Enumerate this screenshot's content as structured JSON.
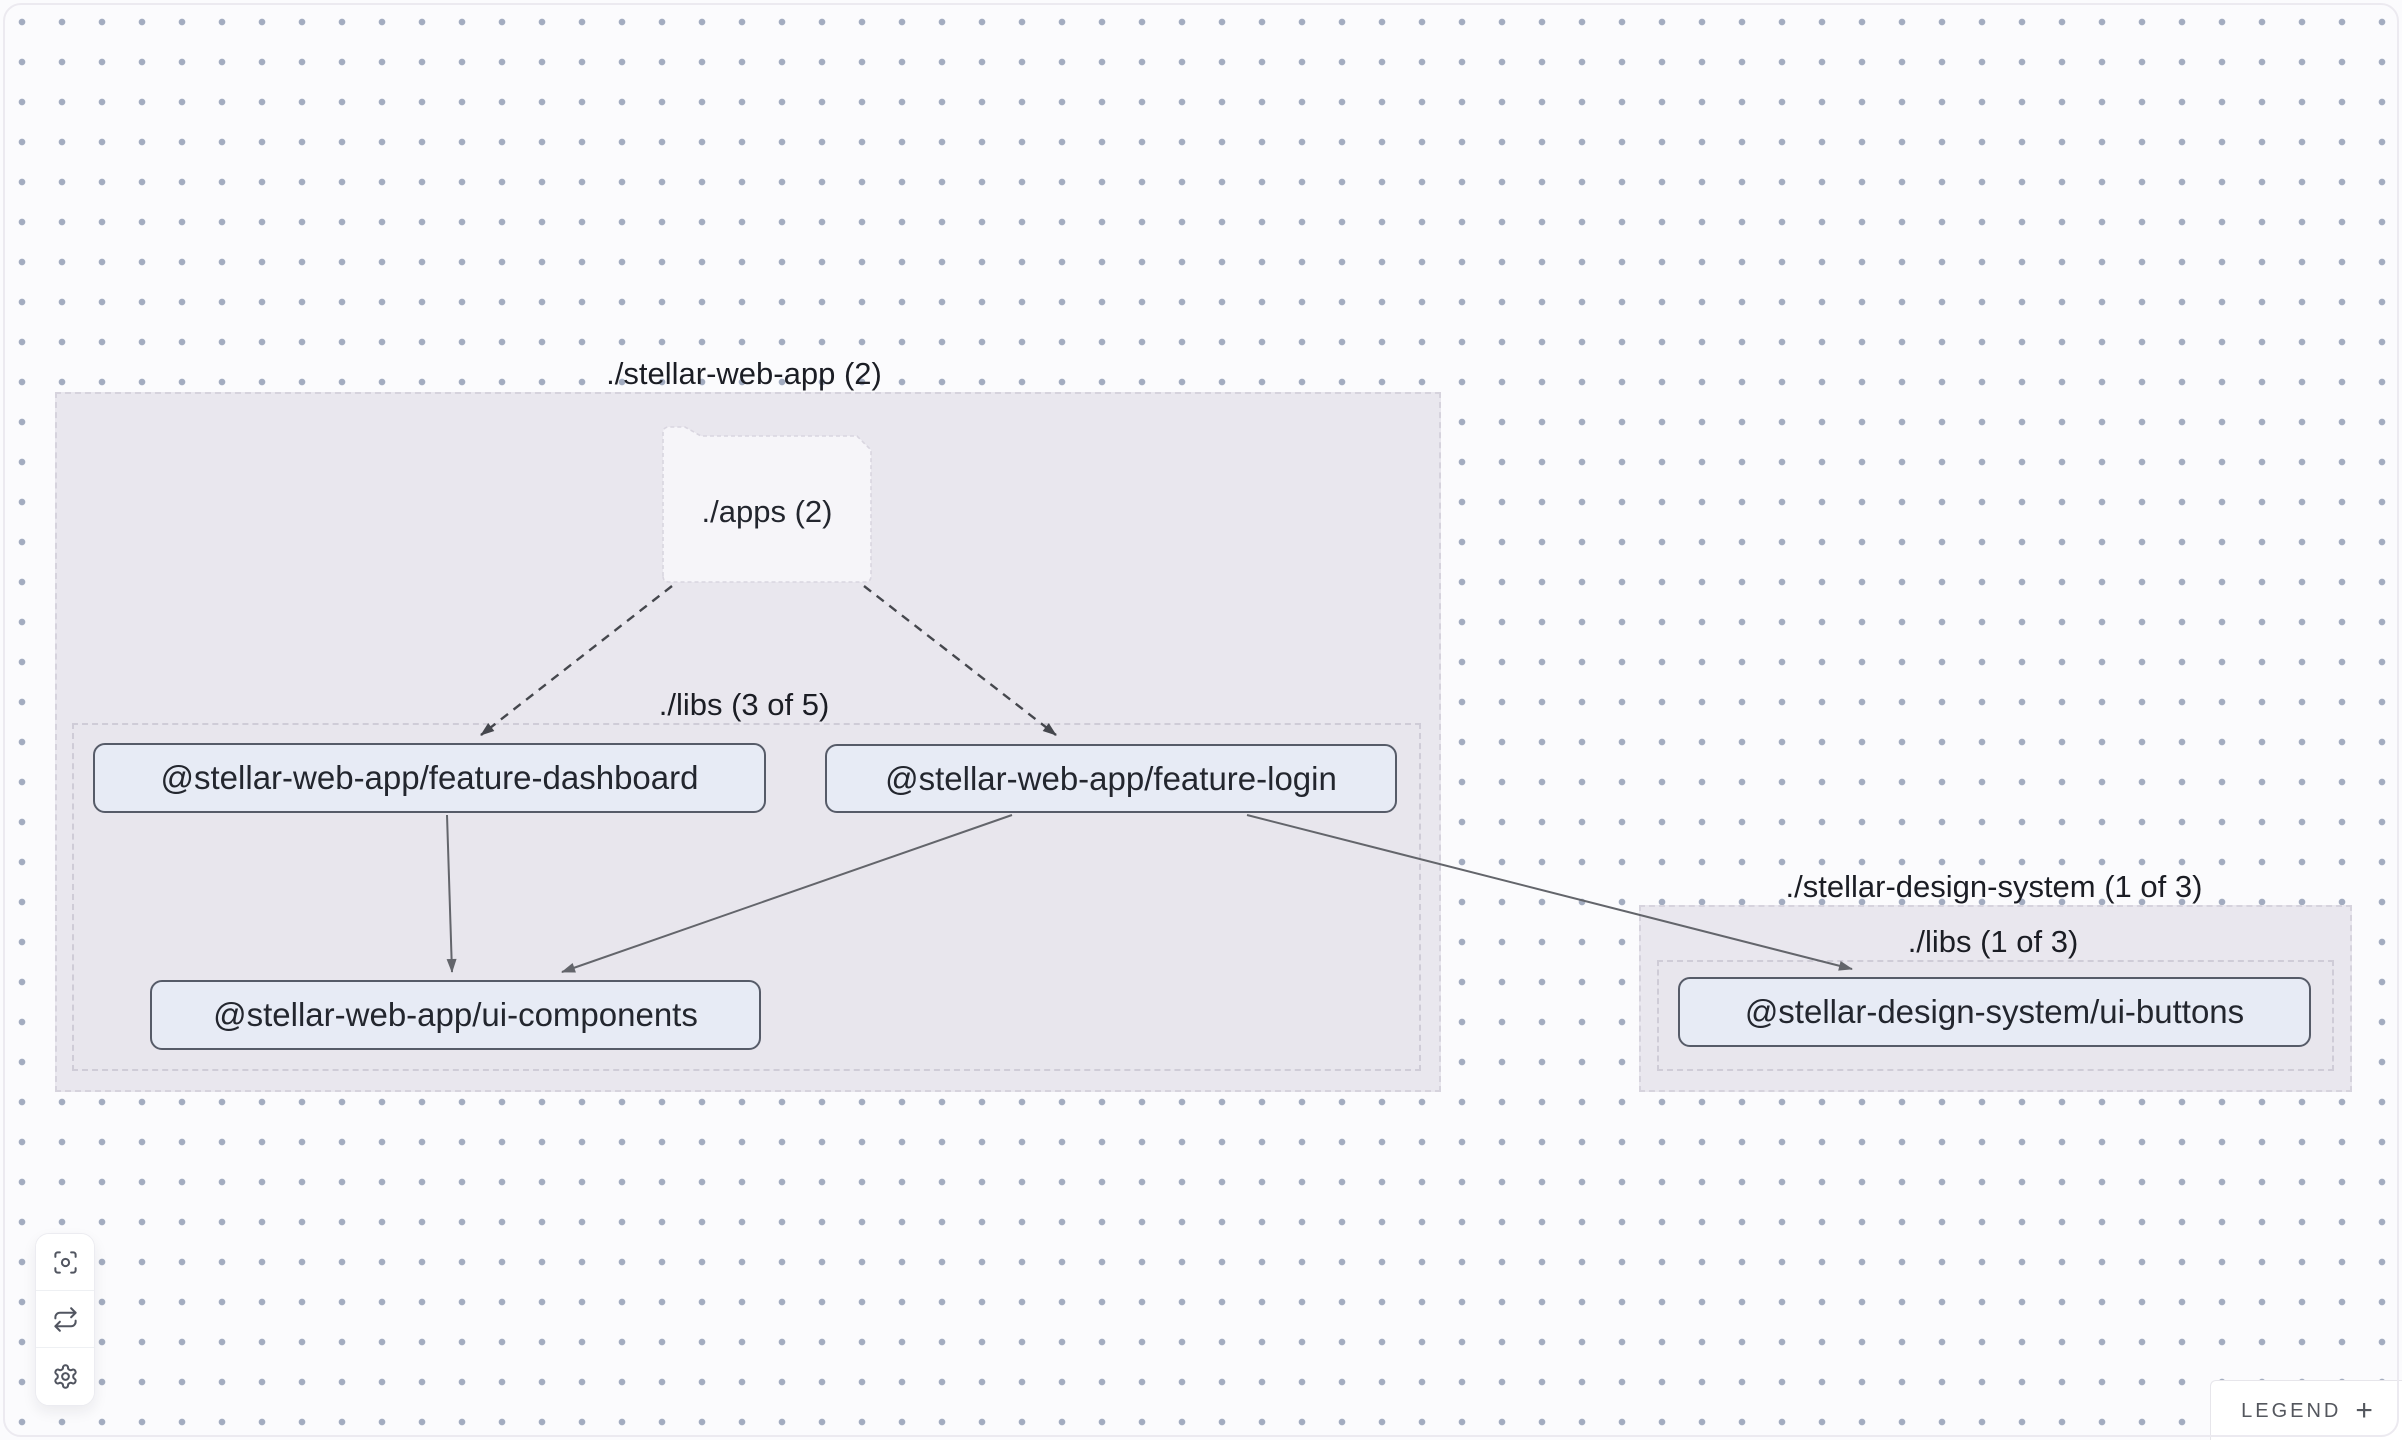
{
  "graph": {
    "groups": [
      {
        "label": "./stellar-web-app (2)",
        "inner_group": {
          "label": "./libs (3 of 5)"
        },
        "folder": {
          "label": "./apps (2)"
        }
      },
      {
        "label": "./stellar-design-system (1 of 3)",
        "inner_group": {
          "label": "./libs (1 of 3)"
        }
      }
    ],
    "nodes": [
      {
        "label": "@stellar-web-app/feature-dashboard"
      },
      {
        "label": "@stellar-web-app/feature-login"
      },
      {
        "label": "@stellar-web-app/ui-components"
      },
      {
        "label": "@stellar-design-system/ui-buttons"
      }
    ],
    "edges": [
      {
        "source": "./apps (2)",
        "target": "@stellar-web-app/feature-dashboard",
        "style": "dashed"
      },
      {
        "source": "./apps (2)",
        "target": "@stellar-web-app/feature-login",
        "style": "dashed"
      },
      {
        "source": "@stellar-web-app/feature-dashboard",
        "target": "@stellar-web-app/ui-components",
        "style": "solid"
      },
      {
        "source": "@stellar-web-app/feature-login",
        "target": "@stellar-web-app/ui-components",
        "style": "solid"
      },
      {
        "source": "@stellar-web-app/feature-login",
        "target": "@stellar-design-system/ui-buttons",
        "style": "solid"
      }
    ]
  },
  "toolbar": {
    "buttons": [
      {
        "name": "center-graph",
        "icon": "focus-icon"
      },
      {
        "name": "refresh-graph",
        "icon": "refresh-icon"
      },
      {
        "name": "settings",
        "icon": "gear-icon"
      }
    ]
  },
  "legend": {
    "label": "LEGEND",
    "expand_symbol": "+"
  },
  "colors": {
    "canvas_bg": "#fbfbfd",
    "grid_dot": "#8d99b0",
    "group_fill": "#e9e7ee",
    "group_border": "#d6d3dd",
    "inner_group_border": "#cfccd7",
    "folder_fill": "#f6f5f9",
    "node_fill": "#e7ebf5",
    "node_border": "#565b68",
    "edge_solid": "#63656b",
    "edge_dashed": "#45474d",
    "label_text": "#1b1d24"
  }
}
